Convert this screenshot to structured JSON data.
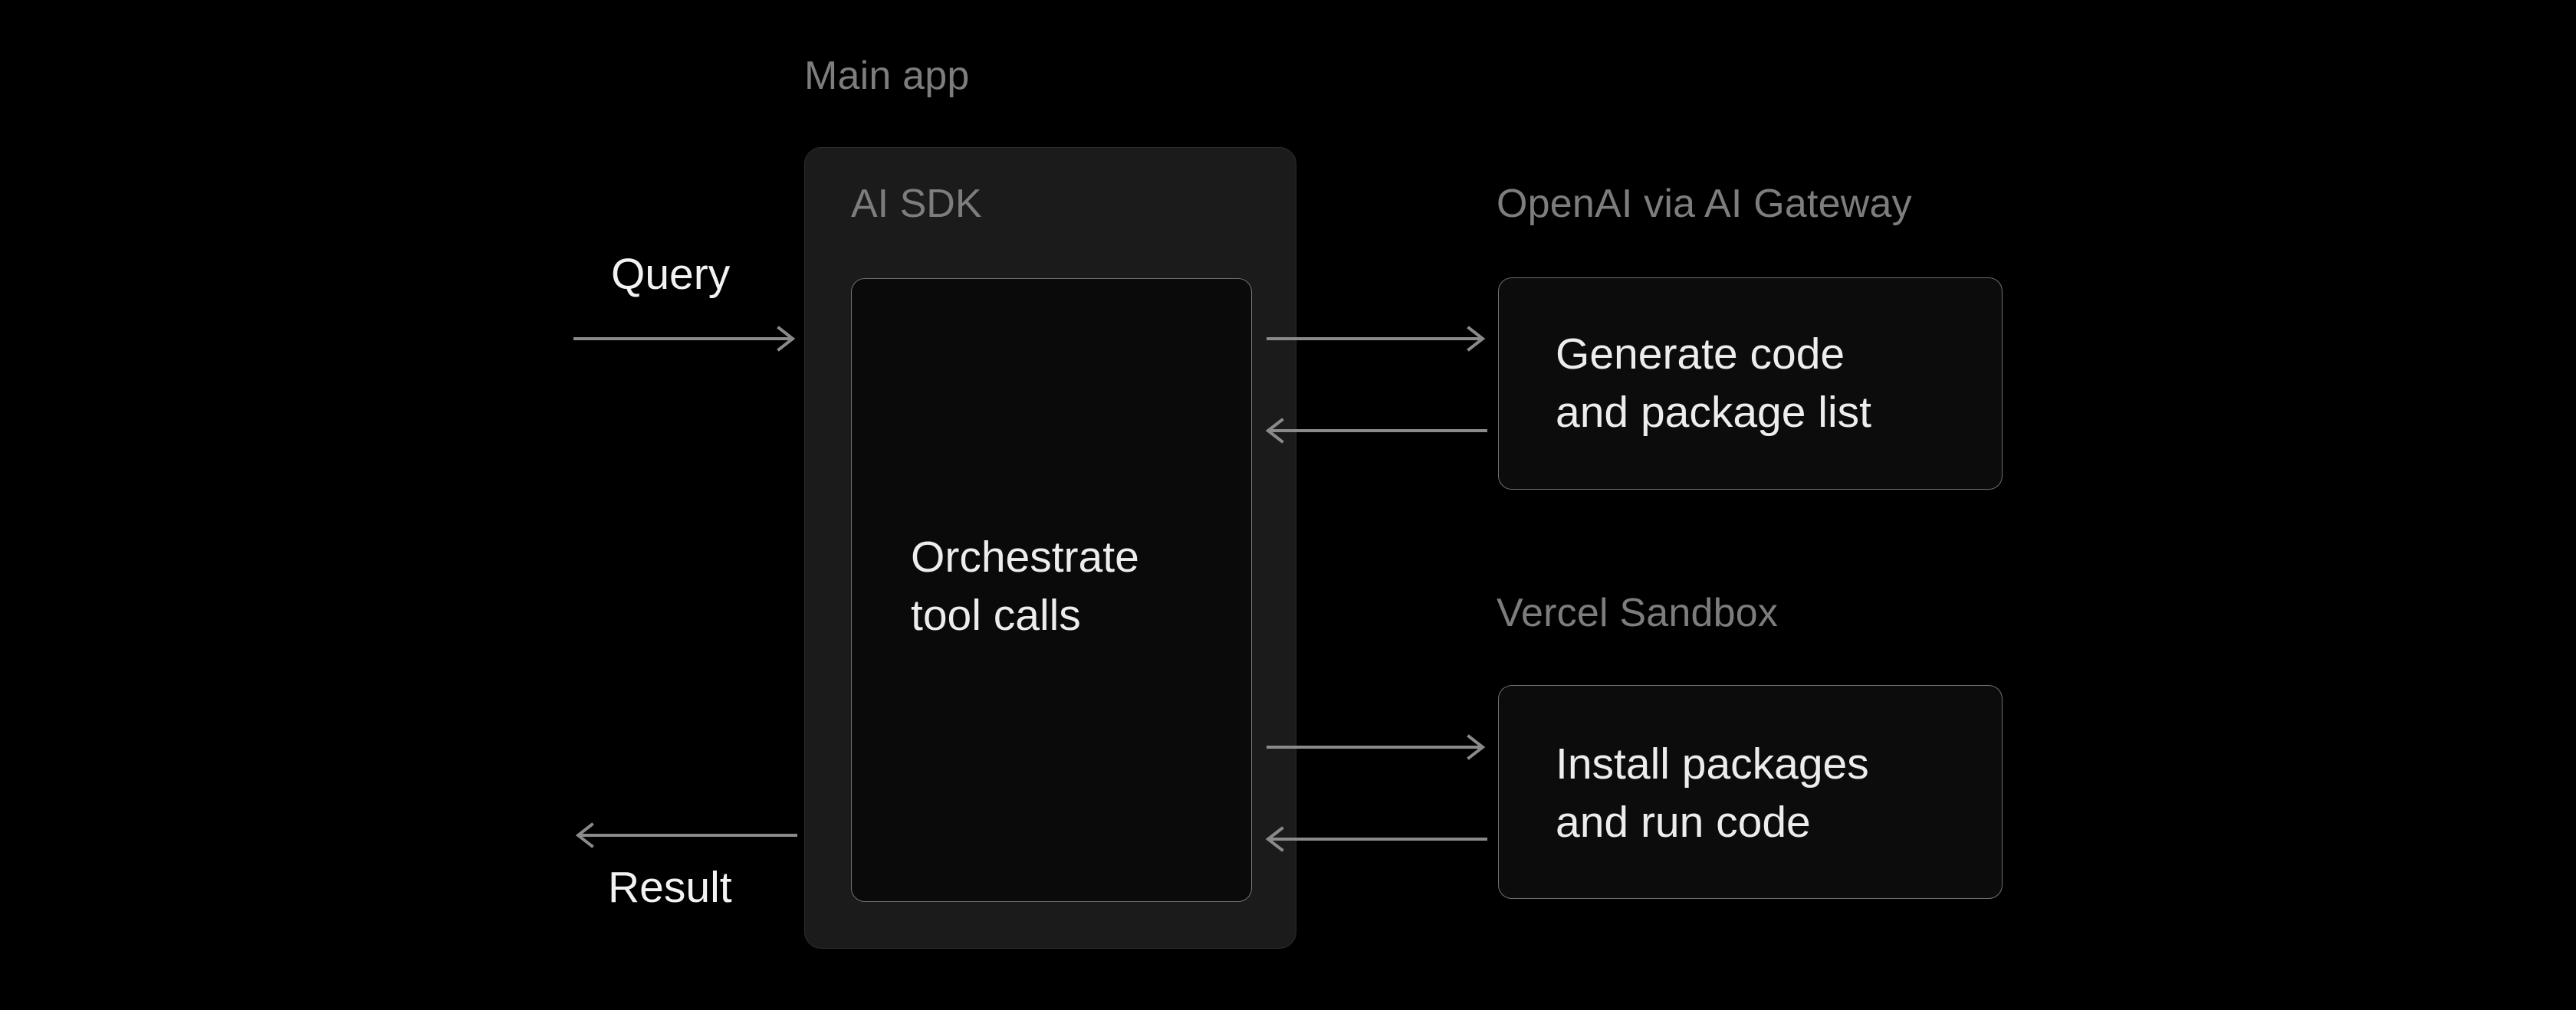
{
  "diagram": {
    "title": "AI SDK tool-calling architecture flow",
    "background_color": "#000000",
    "groups": {
      "main_app": {
        "label": "Main app",
        "inner_label": "AI SDK",
        "node_text": "Orchestrate\ntool calls"
      },
      "openai": {
        "label": "OpenAI via AI Gateway",
        "node_text": "Generate code\nand package list"
      },
      "sandbox": {
        "label": "Vercel Sandbox",
        "node_text": "Install packages\nand run code"
      }
    },
    "flows": {
      "inbound_label": "Query",
      "outbound_label": "Result"
    },
    "arrows": [
      {
        "name": "query-arrow",
        "direction": "right",
        "from": "external",
        "to": "main-app"
      },
      {
        "name": "result-arrow",
        "direction": "left",
        "from": "main-app",
        "to": "external"
      },
      {
        "name": "sdk-to-openai-arrow",
        "direction": "right",
        "from": "ai-sdk",
        "to": "openai"
      },
      {
        "name": "openai-to-sdk-arrow",
        "direction": "left",
        "from": "openai",
        "to": "ai-sdk"
      },
      {
        "name": "sdk-to-sandbox-arrow",
        "direction": "right",
        "from": "ai-sdk",
        "to": "sandbox"
      },
      {
        "name": "sandbox-to-sdk-arrow",
        "direction": "left",
        "from": "sandbox",
        "to": "ai-sdk"
      }
    ],
    "colors": {
      "page_background": "#000000",
      "outer_panel_fill": "#1b1b1b",
      "node_fill": "#0a0a0a",
      "node_border": "#6f6f6f",
      "caption_text": "#7d7d7d",
      "node_text": "#ededed",
      "arrow_stroke": "#8a8a8a"
    }
  }
}
